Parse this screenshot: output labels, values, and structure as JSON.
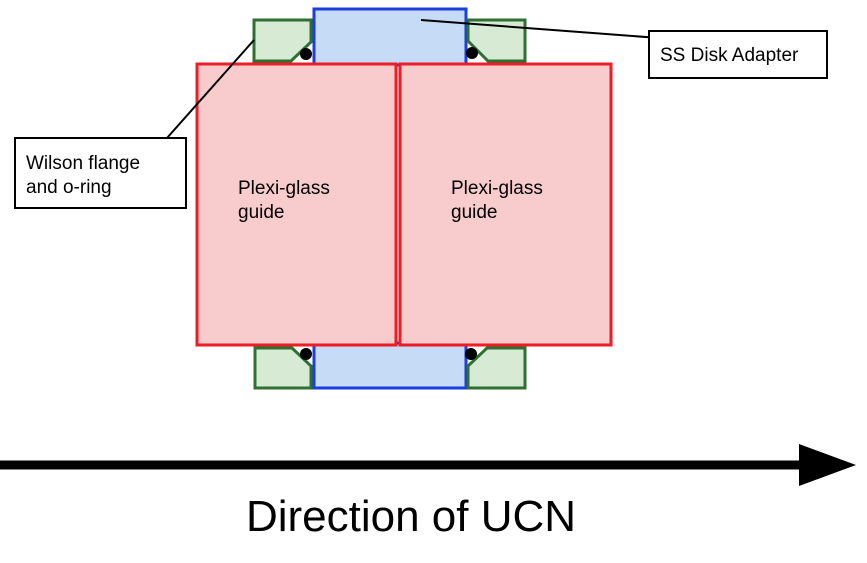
{
  "labels": {
    "ss_disk_adapter": "SS Disk Adapter",
    "wilson_line1": "Wilson flange",
    "wilson_line2": "and o-ring",
    "guide_left_line1": "Plexi-glass",
    "guide_left_line2": "guide",
    "guide_right_line1": "Plexi-glass",
    "guide_right_line2": "guide",
    "direction": "Direction of UCN"
  },
  "colors": {
    "adapter_fill": "#c6dbf5",
    "adapter_stroke": "#1a3ee0",
    "guide_fill": "#f8cccc",
    "guide_stroke": "#ee1c25",
    "flange_fill": "#d6ead4",
    "flange_stroke": "#2e7031",
    "oring": "#000000",
    "arrow": "#000000"
  }
}
